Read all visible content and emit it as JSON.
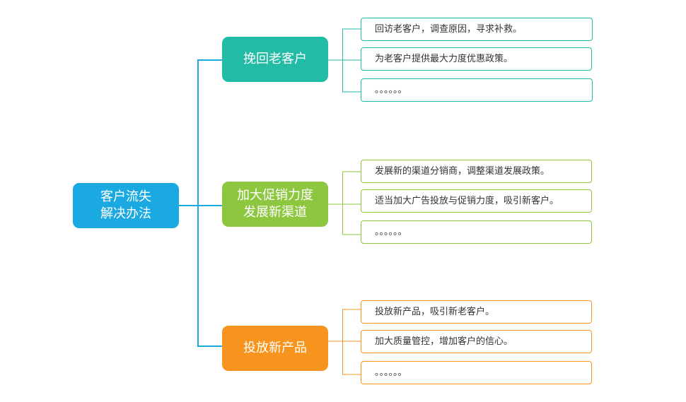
{
  "root": {
    "label": "客户流失\n解决办法"
  },
  "branches": [
    {
      "label": "挽回老客户",
      "items": [
        "回访老客户，调查原因，寻求补救。",
        "为老客户提供最大力度优惠政策。",
        "。。。。。。"
      ]
    },
    {
      "label": "加大促销力度\n发展新渠道",
      "items": [
        "发展新的渠道分销商，调整渠道发展政策。",
        "适当加大广告投放与促销力度，吸引新客户。",
        "。。。。。。"
      ]
    },
    {
      "label": "投放新产品",
      "items": [
        "投放新产品，吸引新老客户。",
        "加大质量管控，增加客户的信心。",
        "。。。。。。"
      ]
    }
  ],
  "colors": {
    "root": "#1aa9e1",
    "branch_teal": "#21bba6",
    "branch_green": "#8dc63f",
    "branch_orange": "#f7941d"
  }
}
